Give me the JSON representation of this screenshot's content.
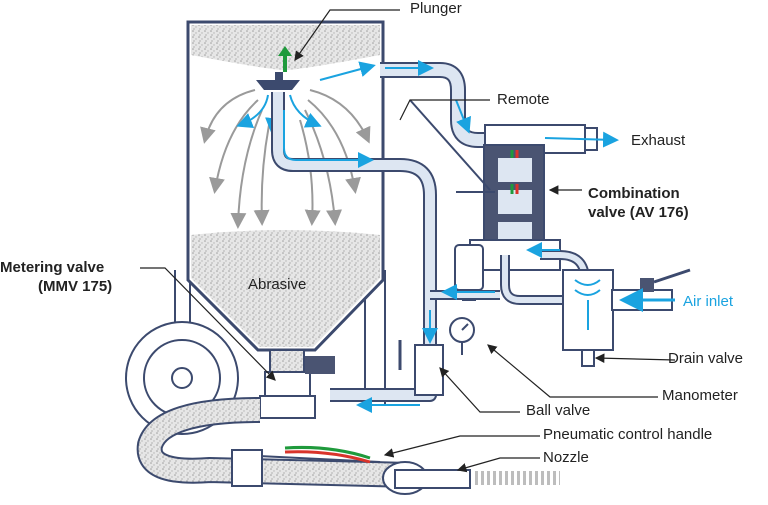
{
  "labels": {
    "plunger": "Plunger",
    "remote": "Remote",
    "exhaust": "Exhaust",
    "combination_valve_line1": "Combination",
    "combination_valve_line2": "valve (AV 176)",
    "metering_valve_line1": "Metering valve",
    "metering_valve_line2": "(MMV 175)",
    "abrasive": "Abrasive",
    "air_inlet": "Air inlet",
    "drain_valve": "Drain valve",
    "manometer": "Manometer",
    "ball_valve": "Ball valve",
    "pneumatic_control_handle": "Pneumatic control handle",
    "nozzle": "Nozzle"
  },
  "colors": {
    "outline": "#3c4a6e",
    "pipe_fill": "#dde6f2",
    "airflow": "#1aa3e0",
    "abrasive_dots": "#bdbdbd",
    "arrow_green": "#1f9a3c",
    "arrow_red": "#d9342b",
    "gray_arrow": "#9a9a9a",
    "valve_body": "#4a5472"
  }
}
